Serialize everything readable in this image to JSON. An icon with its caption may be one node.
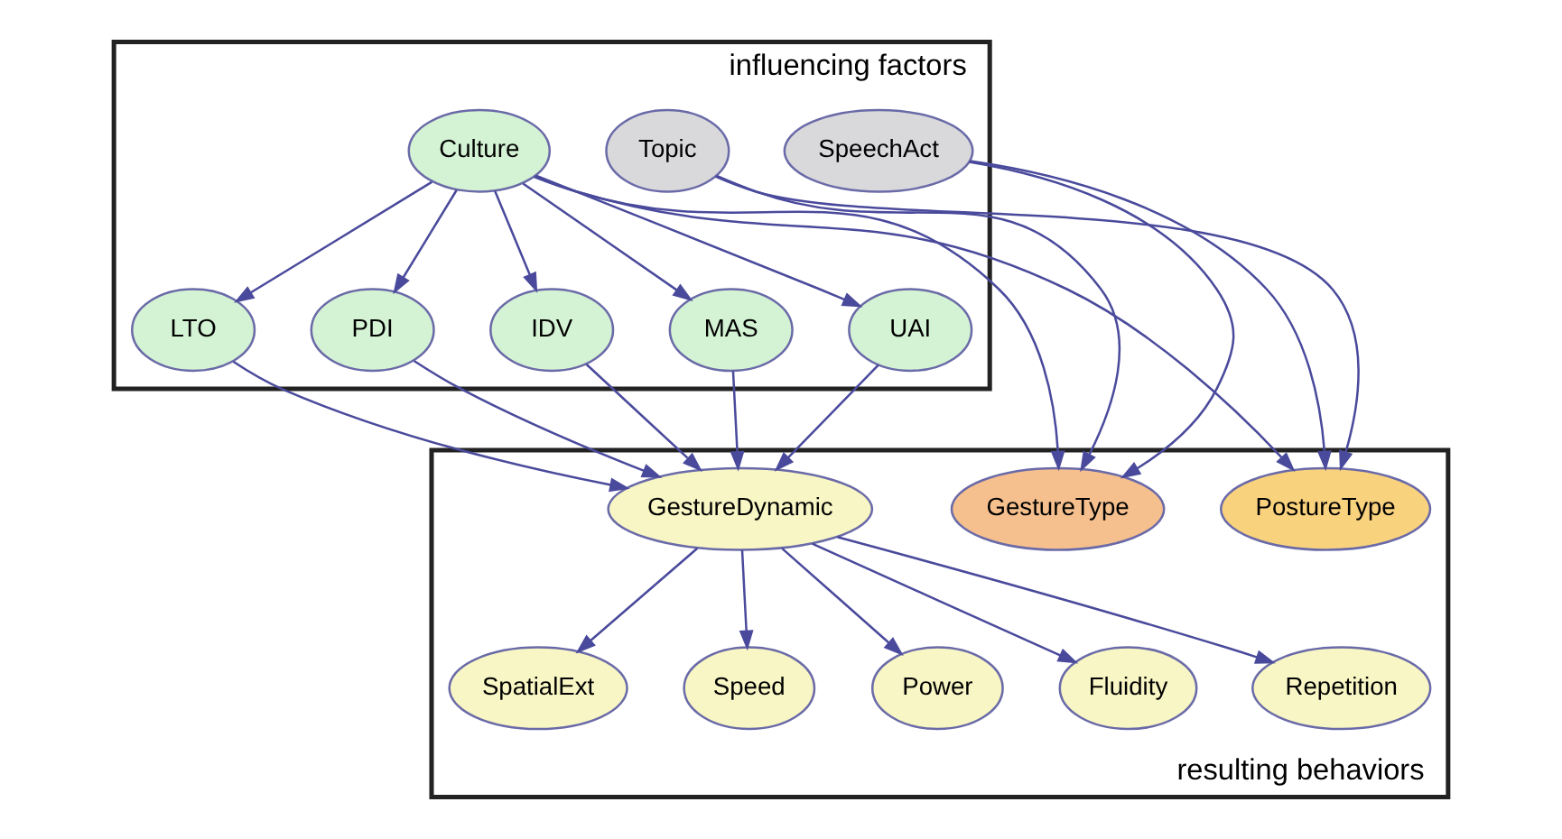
{
  "diagram": {
    "nodes": [
      {
        "text": [
          "influencing factors"
        ]
      },
      {
        "text": [
          "Culture"
        ],
        "in": 0
      },
      {
        "text": [
          "Topic"
        ],
        "in": 0
      },
      {
        "text": [
          "SpeechAct"
        ],
        "in": 0
      },
      {
        "text": [
          "PDI"
        ],
        "in": 0
      },
      {
        "text": [
          "IDV"
        ],
        "in": 0
      },
      {
        "text": [
          "MAS"
        ],
        "in": 0
      },
      {
        "text": [
          "UAI"
        ],
        "in": 0
      },
      {
        "text": [
          "LTO"
        ],
        "in": 0
      },
      {
        "text": [
          "resulting behaviors"
        ]
      },
      {
        "text": [
          "GestureDynamic"
        ],
        "in": 9
      },
      {
        "text": [
          "GestureType"
        ],
        "in": 9
      },
      {
        "text": [
          "PostureType"
        ],
        "in": 9
      },
      {
        "text": [
          "SpatialExt"
        ],
        "in": 9
      },
      {
        "text": [
          "Speed"
        ],
        "in": 9
      },
      {
        "text": [
          "Power"
        ],
        "in": 9
      },
      {
        "text": [
          "Fluidity"
        ],
        "in": 9
      },
      {
        "text": [
          "Repetition"
        ],
        "in": 9
      }
    ],
    "edges": [
      {
        "from": 1,
        "to": 4,
        "arrow": "to"
      },
      {
        "from": 1,
        "to": 5,
        "arrow": "to"
      },
      {
        "from": 1,
        "to": 6,
        "arrow": "to"
      },
      {
        "from": 1,
        "to": 7,
        "arrow": "to"
      },
      {
        "from": 1,
        "to": 8,
        "arrow": "to"
      },
      {
        "from": 1,
        "to": 11,
        "arrow": "to"
      },
      {
        "from": 1,
        "to": 12,
        "arrow": "to"
      },
      {
        "from": 2,
        "to": 11,
        "arrow": "to"
      },
      {
        "from": 2,
        "to": 12,
        "arrow": "to"
      },
      {
        "from": 3,
        "to": 11,
        "arrow": "to"
      },
      {
        "from": 3,
        "to": 12,
        "arrow": "to"
      },
      {
        "from": 4,
        "to": 10,
        "arrow": "to"
      },
      {
        "from": 5,
        "to": 10,
        "arrow": "to"
      },
      {
        "from": 6,
        "to": 10,
        "arrow": "to"
      },
      {
        "from": 7,
        "to": 10,
        "arrow": "to"
      },
      {
        "from": 8,
        "to": 10,
        "arrow": "to"
      },
      {
        "from": 10,
        "to": 13,
        "arrow": "to"
      },
      {
        "from": 10,
        "to": 14,
        "arrow": "to"
      },
      {
        "from": 10,
        "to": 15,
        "arrow": "to"
      },
      {
        "from": 10,
        "to": 16,
        "arrow": "to"
      },
      {
        "from": 10,
        "to": 17,
        "arrow": "to"
      }
    ]
  }
}
